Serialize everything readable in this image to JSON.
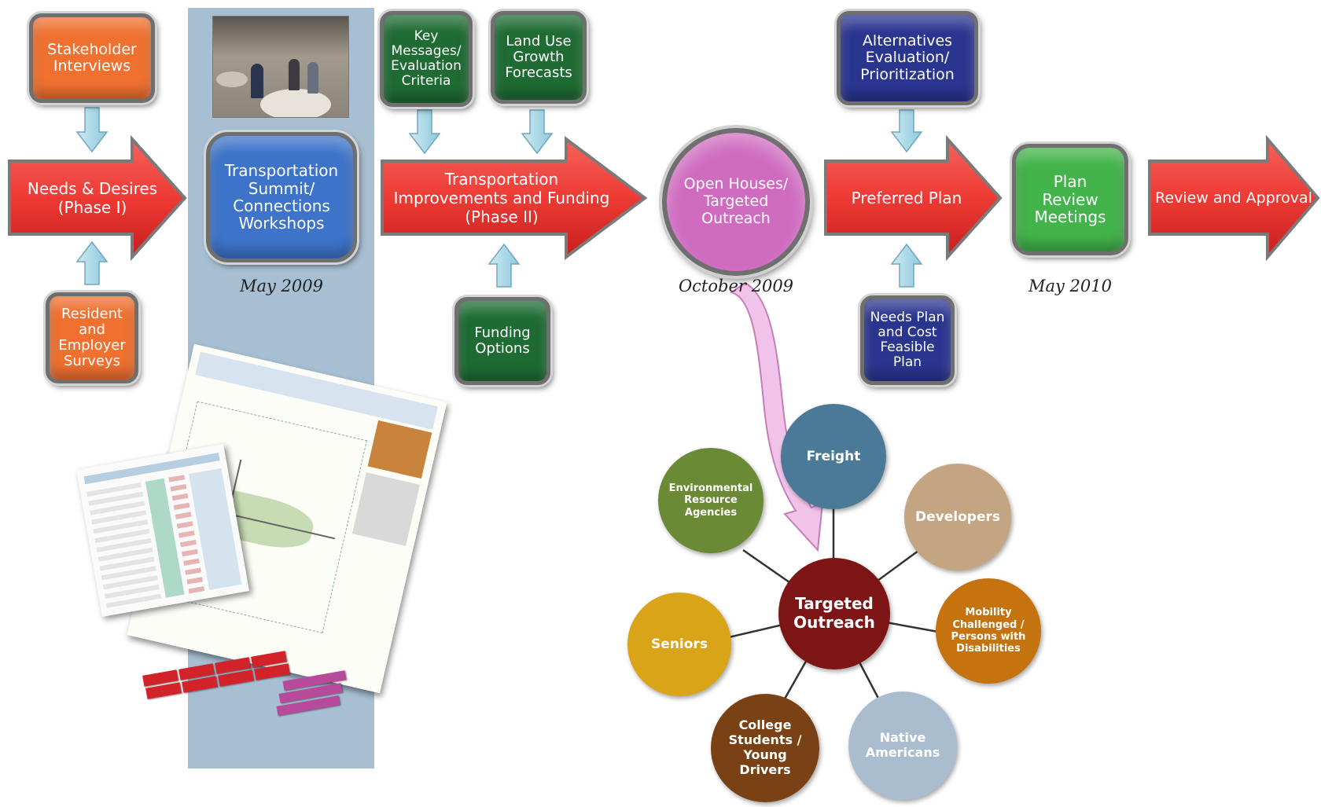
{
  "boxes": {
    "stakeholder": "Stakeholder Interviews",
    "resident": "Resident and Employer Surveys",
    "summit": "Transportation Summit/ Connections Workshops",
    "key_messages": "Key Messages/ Evaluation Criteria",
    "land_use": "Land Use Growth Forecasts",
    "funding": "Funding Options",
    "alternatives": "Alternatives Evaluation/ Prioritization",
    "needs_plan": "Needs Plan and Cost Feasible Plan",
    "plan_review": "Plan Review Meetings",
    "open_houses": "Open Houses/ Targeted Outreach"
  },
  "arrows": {
    "needs": "Needs & Desires (Phase I)",
    "improvements": "Transportation Improvements and Funding (Phase II)",
    "preferred": "Preferred Plan",
    "review": "Review and Approval"
  },
  "dates": {
    "summit": "May 2009",
    "open_houses": "October 2009",
    "plan_review": "May 2010"
  },
  "outreach": {
    "center": "Targeted Outreach",
    "freight": "Freight",
    "developers": "Developers",
    "mobility": "Mobility Challenged / Persons with Disabilities",
    "native": "Native Americans",
    "college": "College Students / Young Drivers",
    "seniors": "Seniors",
    "environmental": "Environmental Resource Agencies"
  },
  "colors": {
    "arrow_red": "#ee3a34",
    "orange": "#f07030",
    "dark_green": "#1e6b33",
    "navy": "#2a3590",
    "blue": "#3d74c9",
    "light_green": "#43b34b",
    "pink": "#cf6cc0",
    "band": "#a7bfd2",
    "center": "#7d1416",
    "freight": "#4b7a98",
    "developers": "#c3a582",
    "mobility": "#c4730e",
    "native": "#a9bdcf",
    "college": "#7a4214",
    "seniors": "#d9a418",
    "environmental": "#6b8a36"
  }
}
